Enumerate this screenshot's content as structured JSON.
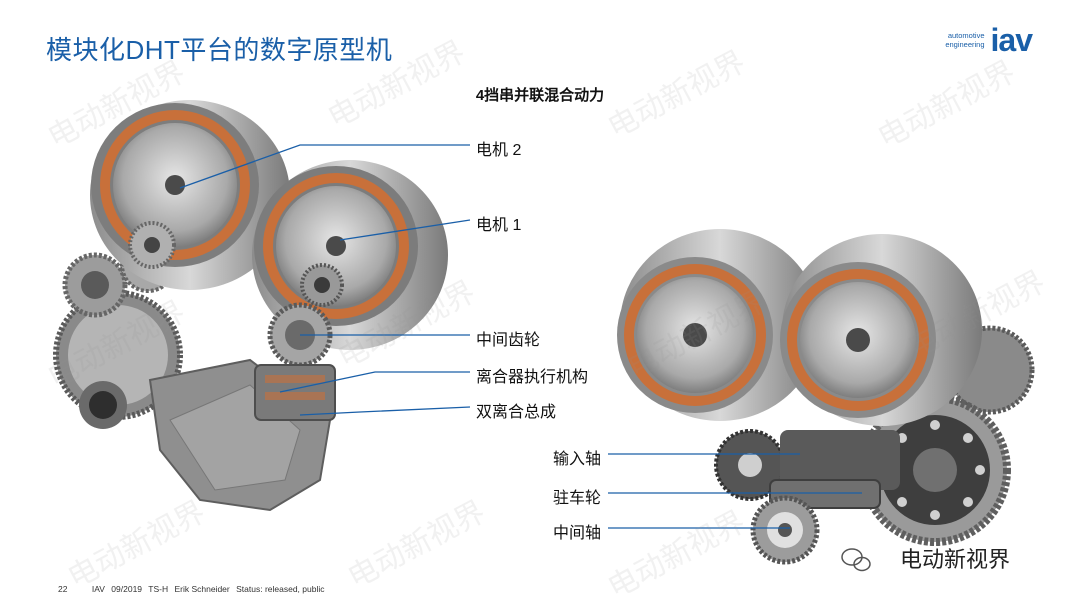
{
  "slide": {
    "title": "模块化DHT平台的数字原型机",
    "subtitle": "4挡串并联混合动力",
    "logo_small_line1": "automotive",
    "logo_small_line2": "engineering",
    "logo_text": "iav"
  },
  "labels_left": {
    "motor2": "电机 2",
    "motor1": "电机 1",
    "intermediate_gear": "中间齿轮",
    "clutch_actuator": "离合器执行机构",
    "dual_clutch": "双离合总成"
  },
  "labels_right": {
    "input_shaft": "输入轴",
    "parking_gear": "驻车轮",
    "intermediate_shaft": "中间轴"
  },
  "footer": {
    "page_number": "22",
    "company": "IAV",
    "date": "09/2019",
    "dept": "TS-H",
    "author": "Erik Schneider",
    "status": "Status: released, public"
  },
  "watermark": {
    "text": "电动新视界",
    "brand_text": "电动新视界"
  },
  "colors": {
    "accent": "#1a5fa8",
    "copper": "#c8703a",
    "leader": "#1a5fa8"
  }
}
